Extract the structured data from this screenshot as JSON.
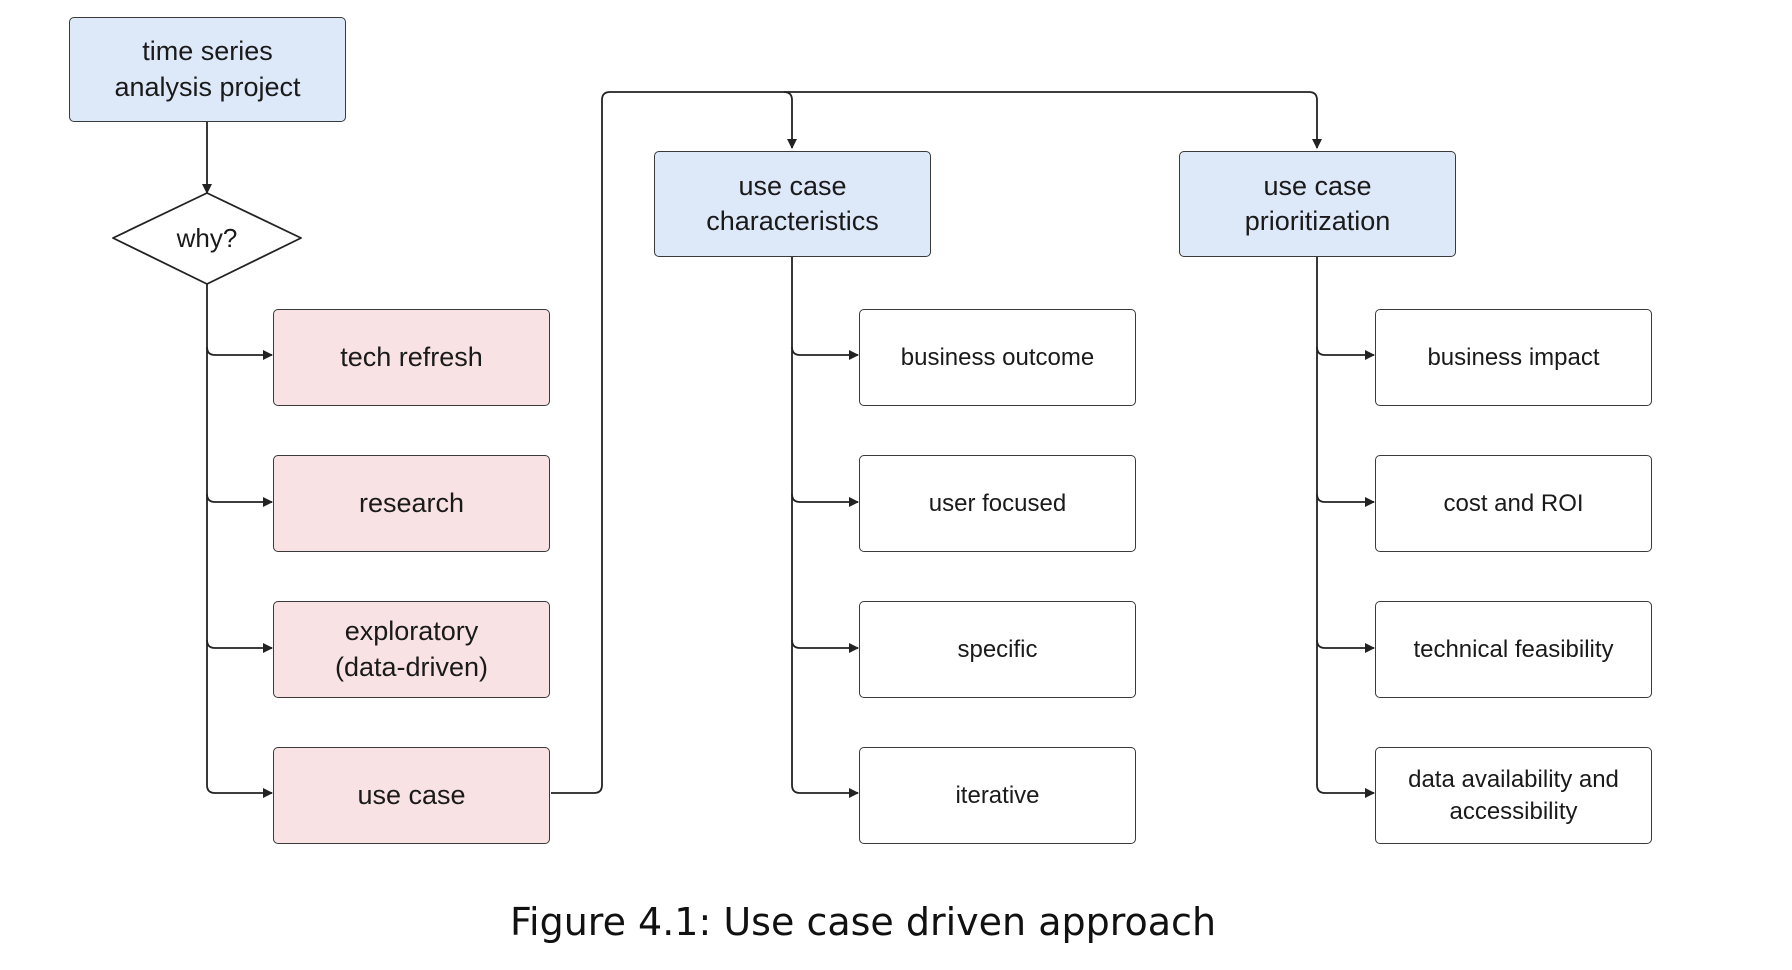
{
  "diagram": {
    "root": "time series\nanalysis project",
    "decision": "why?",
    "reasons": [
      "tech refresh",
      "research",
      "exploratory\n(data-driven)",
      "use case"
    ],
    "characteristics": {
      "title": "use case\ncharacteristics",
      "items": [
        "business outcome",
        "user focused",
        "specific",
        "iterative"
      ]
    },
    "prioritization": {
      "title": "use case\nprioritization",
      "items": [
        "business impact",
        "cost and ROI",
        "technical feasibility",
        "data availability and\naccessibility"
      ]
    }
  },
  "caption": "Figure 4.1: Use case driven approach",
  "colors": {
    "header_fill": "#dde8f9",
    "reason_fill": "#f8e2e3",
    "item_fill": "#ffffff",
    "line": "#222222"
  }
}
